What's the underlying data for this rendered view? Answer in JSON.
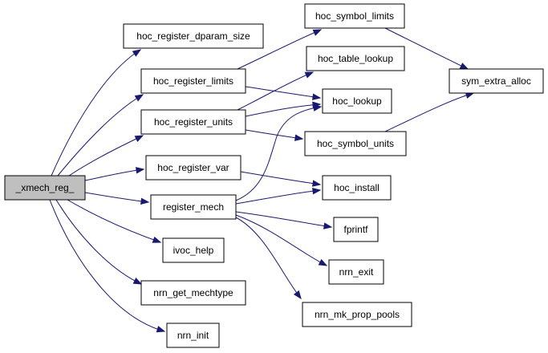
{
  "graph": {
    "colors": {
      "edge": "#191970",
      "root_fill": "#bfbfbf",
      "node_fill": "#ffffff"
    },
    "nodes": [
      {
        "id": "xmech_reg",
        "label": "_xmech_reg_"
      },
      {
        "id": "hoc_register_dparam",
        "label": "hoc_register_dparam_size"
      },
      {
        "id": "hoc_register_limits",
        "label": "hoc_register_limits"
      },
      {
        "id": "hoc_register_units",
        "label": "hoc_register_units"
      },
      {
        "id": "hoc_register_var",
        "label": "hoc_register_var"
      },
      {
        "id": "register_mech",
        "label": "register_mech"
      },
      {
        "id": "ivoc_help",
        "label": "ivoc_help"
      },
      {
        "id": "nrn_get_mechtype",
        "label": "nrn_get_mechtype"
      },
      {
        "id": "nrn_init",
        "label": "nrn_init"
      },
      {
        "id": "hoc_symbol_limits",
        "label": "hoc_symbol_limits"
      },
      {
        "id": "hoc_table_lookup",
        "label": "hoc_table_lookup"
      },
      {
        "id": "hoc_lookup",
        "label": "hoc_lookup"
      },
      {
        "id": "hoc_symbol_units",
        "label": "hoc_symbol_units"
      },
      {
        "id": "hoc_install",
        "label": "hoc_install"
      },
      {
        "id": "fprintf",
        "label": "fprintf"
      },
      {
        "id": "nrn_exit",
        "label": "nrn_exit"
      },
      {
        "id": "nrn_mk_prop_pools",
        "label": "nrn_mk_prop_pools"
      },
      {
        "id": "sym_extra_alloc",
        "label": "sym_extra_alloc"
      }
    ],
    "edges": [
      [
        "xmech_reg",
        "hoc_register_dparam"
      ],
      [
        "xmech_reg",
        "hoc_register_limits"
      ],
      [
        "xmech_reg",
        "hoc_register_units"
      ],
      [
        "xmech_reg",
        "hoc_register_var"
      ],
      [
        "xmech_reg",
        "register_mech"
      ],
      [
        "xmech_reg",
        "ivoc_help"
      ],
      [
        "xmech_reg",
        "nrn_get_mechtype"
      ],
      [
        "xmech_reg",
        "nrn_init"
      ],
      [
        "hoc_register_limits",
        "hoc_symbol_limits"
      ],
      [
        "hoc_register_limits",
        "hoc_lookup"
      ],
      [
        "hoc_register_units",
        "hoc_table_lookup"
      ],
      [
        "hoc_register_units",
        "hoc_lookup"
      ],
      [
        "hoc_register_units",
        "hoc_symbol_units"
      ],
      [
        "hoc_register_var",
        "hoc_install"
      ],
      [
        "register_mech",
        "hoc_lookup"
      ],
      [
        "register_mech",
        "hoc_install"
      ],
      [
        "register_mech",
        "fprintf"
      ],
      [
        "register_mech",
        "nrn_exit"
      ],
      [
        "register_mech",
        "nrn_mk_prop_pools"
      ],
      [
        "hoc_symbol_limits",
        "sym_extra_alloc"
      ],
      [
        "hoc_symbol_units",
        "sym_extra_alloc"
      ]
    ]
  }
}
